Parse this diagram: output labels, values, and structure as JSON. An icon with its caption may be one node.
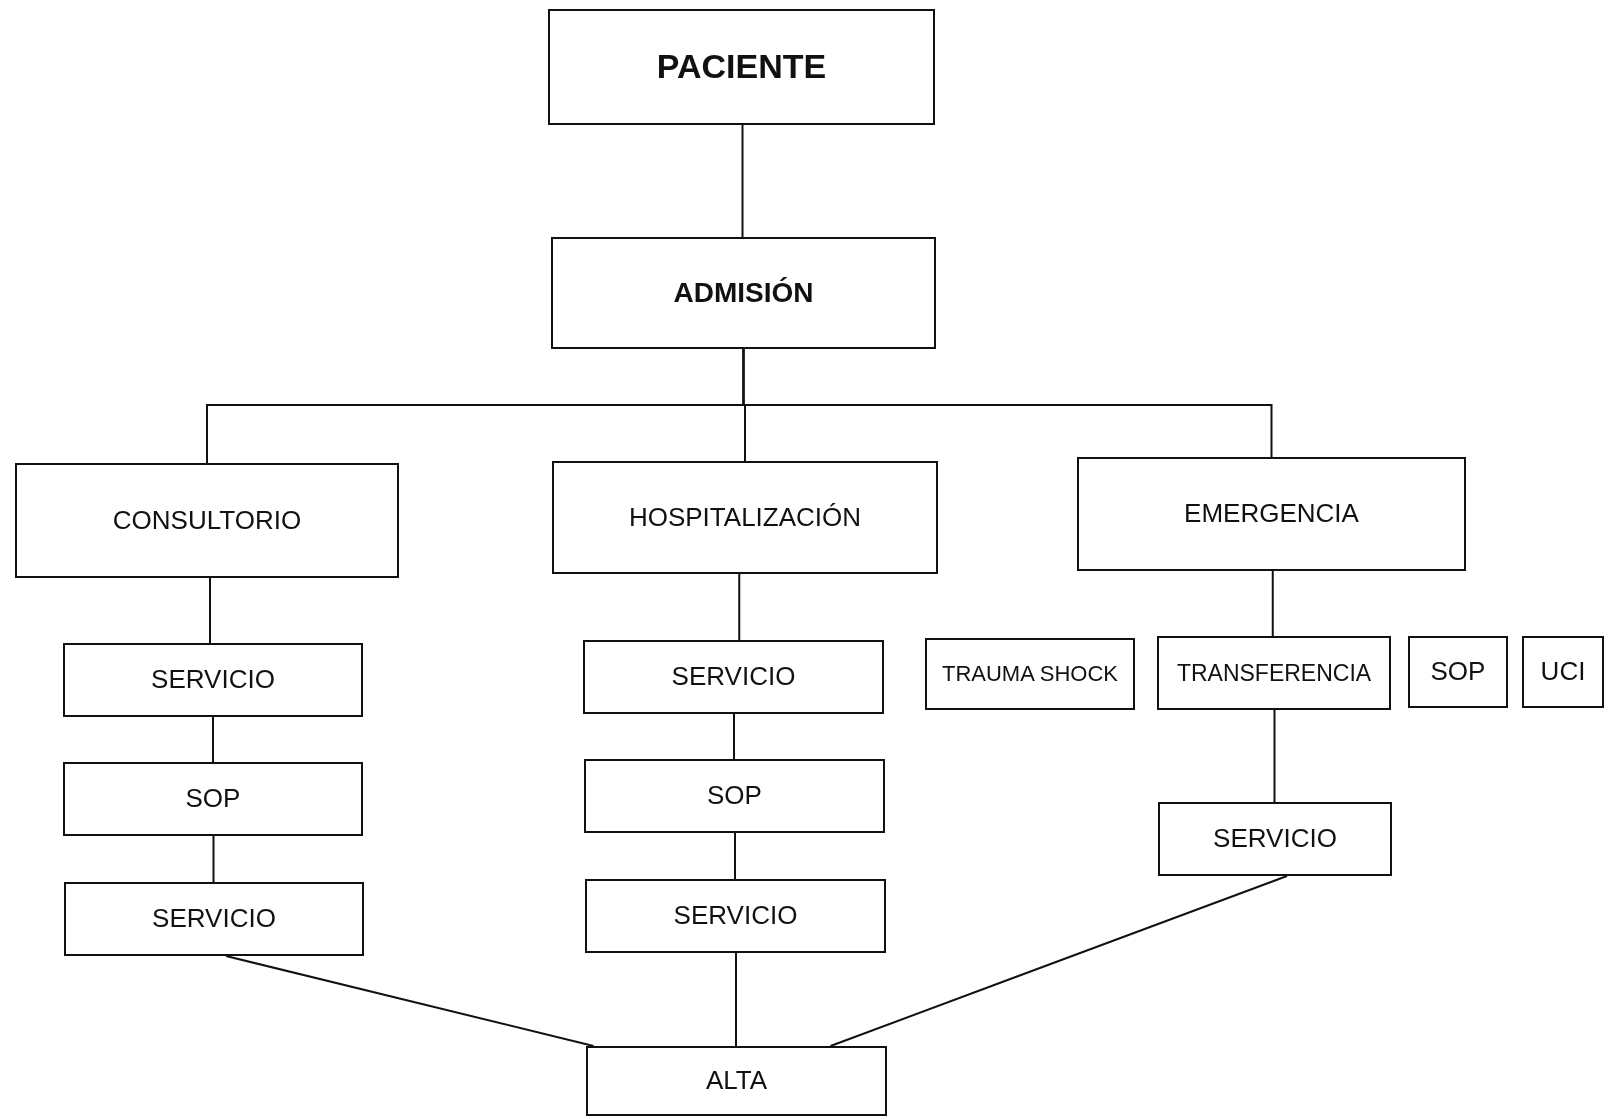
{
  "diagram": {
    "nodes": [
      {
        "text": [
          "PACIENTE"
        ]
      },
      {
        "text": [
          "ADMISIÓN"
        ]
      },
      {
        "text": [
          "CONSULTORIO"
        ]
      },
      {
        "text": [
          "HOSPITALIZACIÓN"
        ]
      },
      {
        "text": [
          "EMERGENCIA"
        ]
      },
      {
        "text": [
          "SERVICIO"
        ]
      },
      {
        "text": [
          "SOP"
        ]
      },
      {
        "text": [
          "SERVICIO"
        ]
      },
      {
        "text": [
          "SERVICIO"
        ]
      },
      {
        "text": [
          "SOP"
        ]
      },
      {
        "text": [
          "SERVICIO"
        ]
      },
      {
        "text": [
          "TRAUMA SHOCK"
        ]
      },
      {
        "text": [
          "TRANSFERENCIA"
        ]
      },
      {
        "text": [
          "SOP"
        ]
      },
      {
        "text": [
          "UCI"
        ]
      },
      {
        "text": [
          "SERVICIO"
        ]
      },
      {
        "text": [
          "ALTA"
        ]
      }
    ],
    "edges": [
      {
        "from": 0,
        "to": 1,
        "arrow": "none"
      },
      {
        "from": 1,
        "to": 2,
        "arrow": "none"
      },
      {
        "from": 1,
        "to": 3,
        "arrow": "none"
      },
      {
        "from": 1,
        "to": 4,
        "arrow": "none"
      },
      {
        "from": 2,
        "to": 5,
        "arrow": "none"
      },
      {
        "from": 5,
        "to": 6,
        "arrow": "none"
      },
      {
        "from": 6,
        "to": 7,
        "arrow": "none"
      },
      {
        "from": 7,
        "to": 16,
        "arrow": "none"
      },
      {
        "from": 3,
        "to": 8,
        "arrow": "none"
      },
      {
        "from": 8,
        "to": 9,
        "arrow": "none"
      },
      {
        "from": 9,
        "to": 10,
        "arrow": "none"
      },
      {
        "from": 10,
        "to": 16,
        "arrow": "none"
      },
      {
        "from": 4,
        "to": 12,
        "arrow": "none"
      },
      {
        "from": 12,
        "to": 15,
        "arrow": "none"
      },
      {
        "from": 15,
        "to": 16,
        "arrow": "none"
      }
    ]
  }
}
